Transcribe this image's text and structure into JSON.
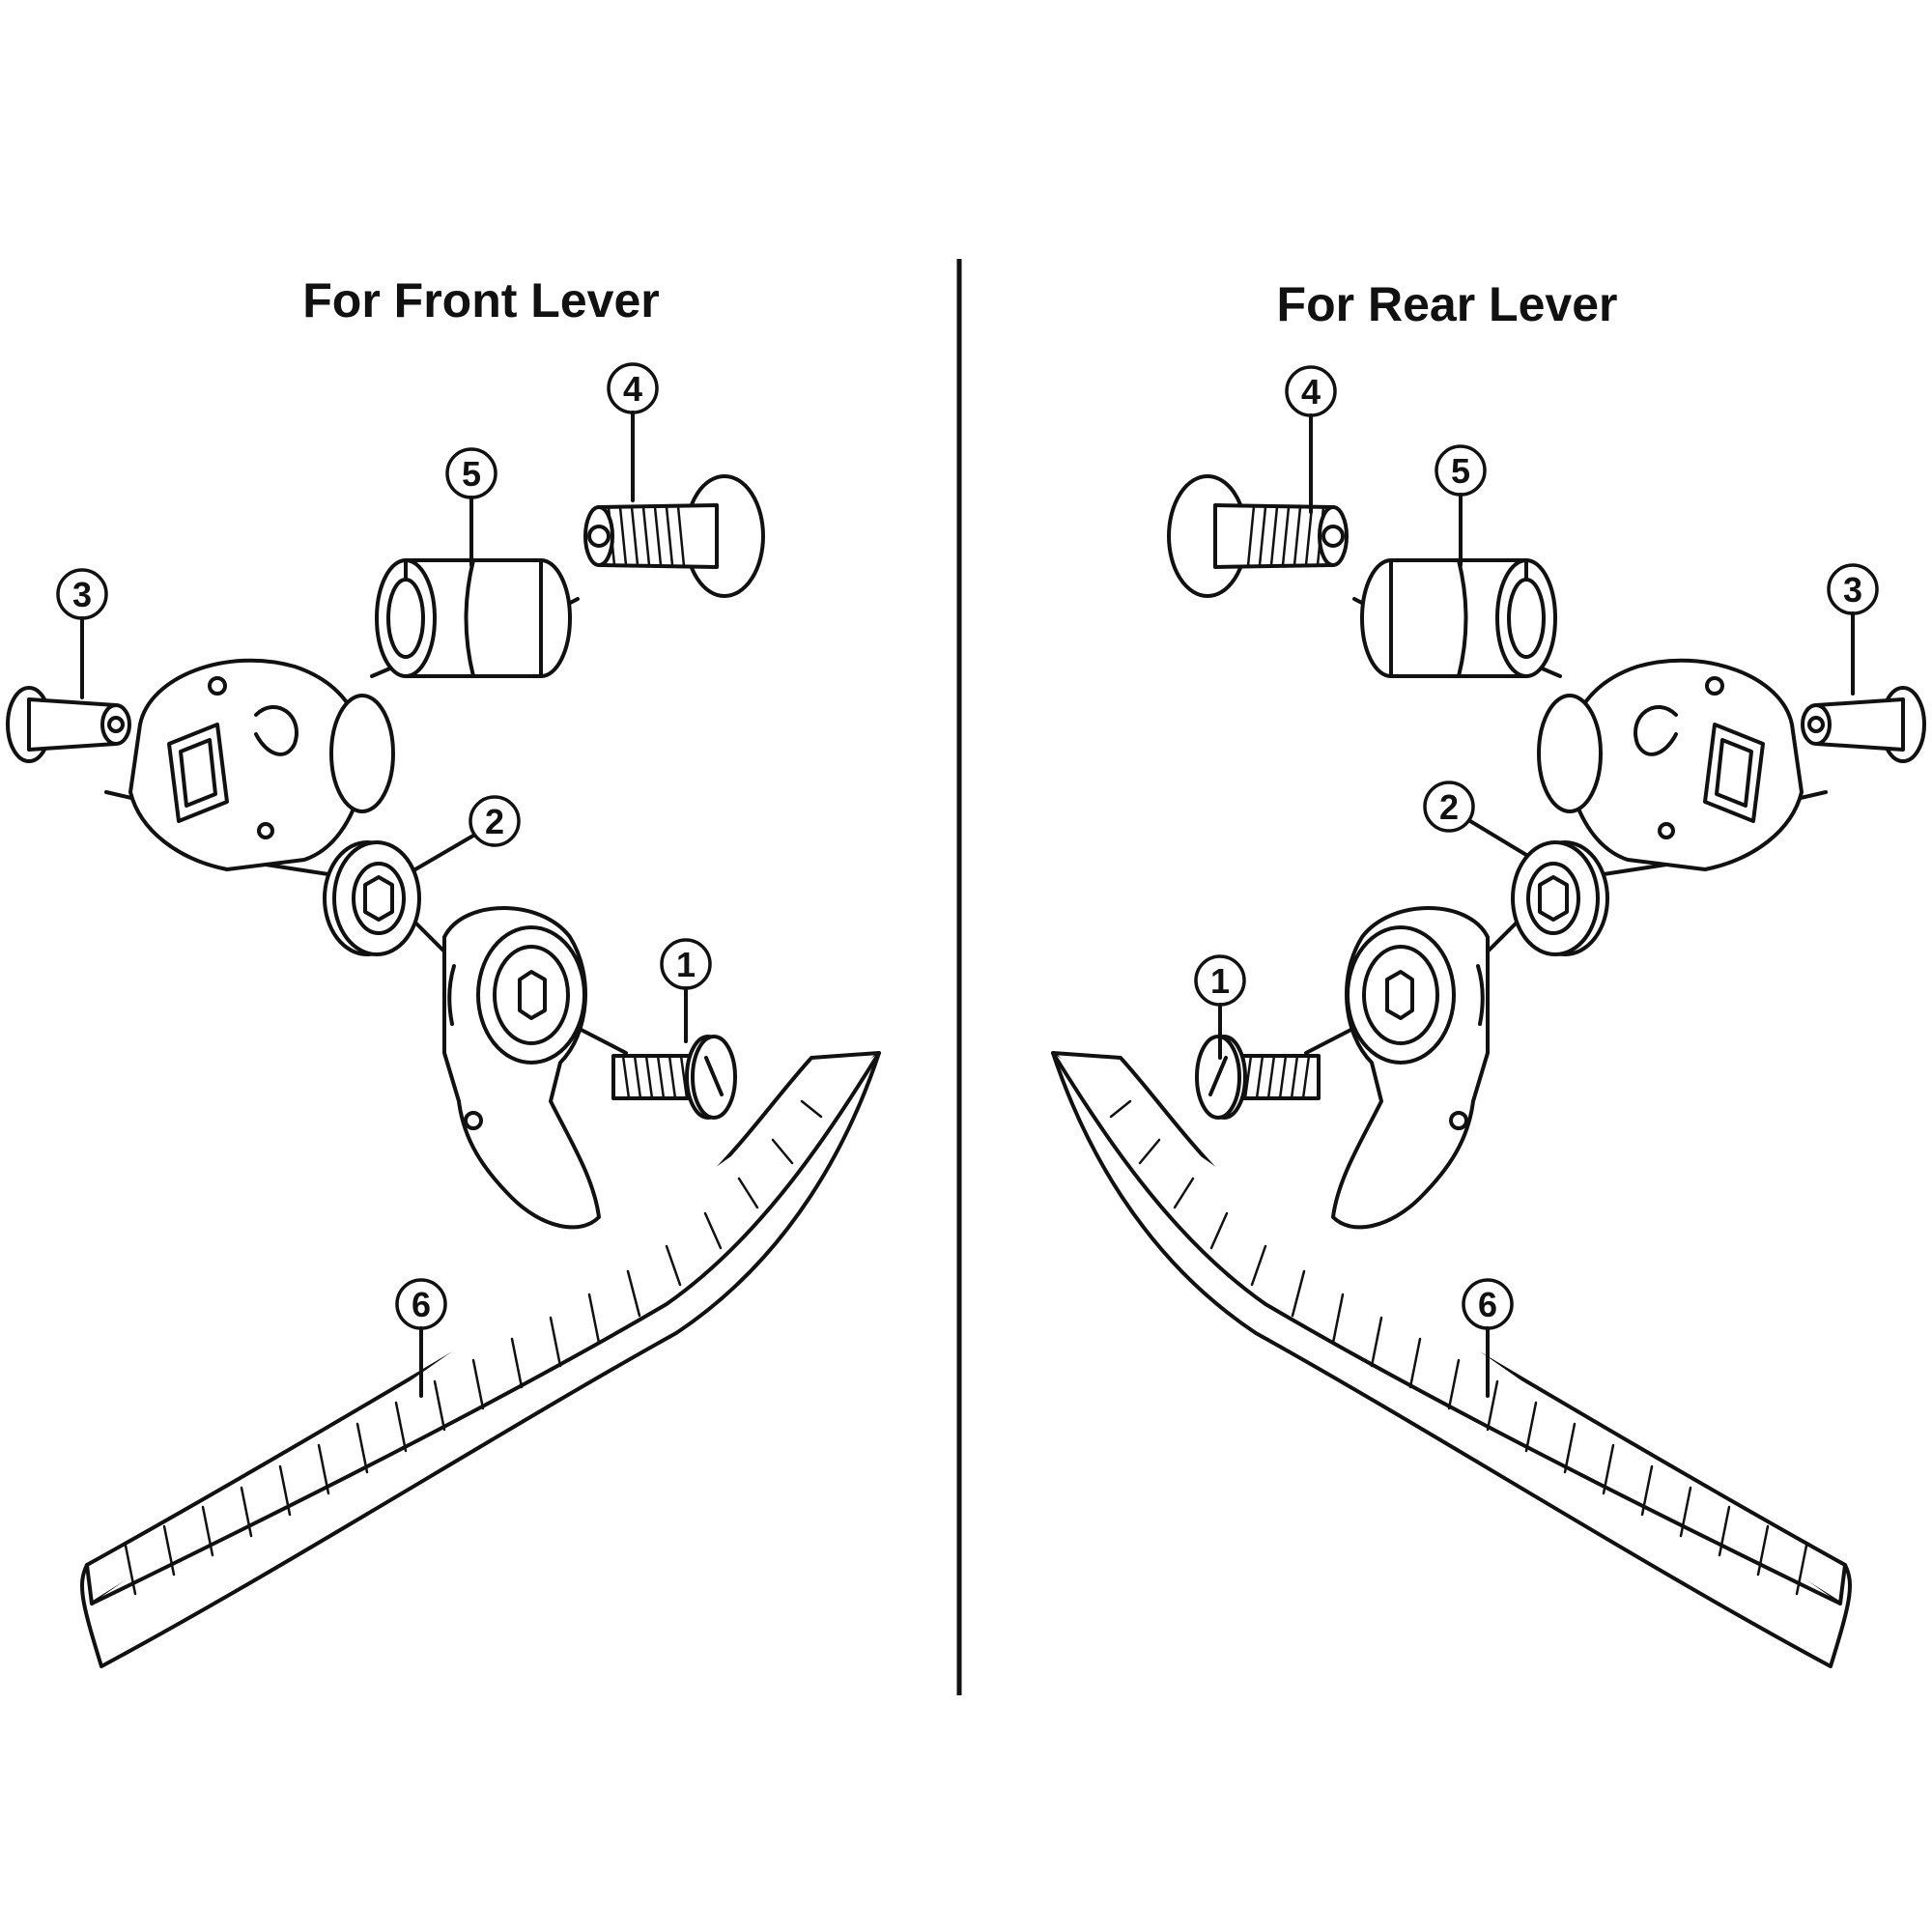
{
  "panels": {
    "front": {
      "title": "For Front Lever"
    },
    "rear": {
      "title": "For Rear Lever"
    }
  },
  "callouts": {
    "front": [
      "1",
      "2",
      "3",
      "4",
      "5",
      "6"
    ],
    "rear": [
      "1",
      "2",
      "3",
      "4",
      "5",
      "6"
    ]
  }
}
